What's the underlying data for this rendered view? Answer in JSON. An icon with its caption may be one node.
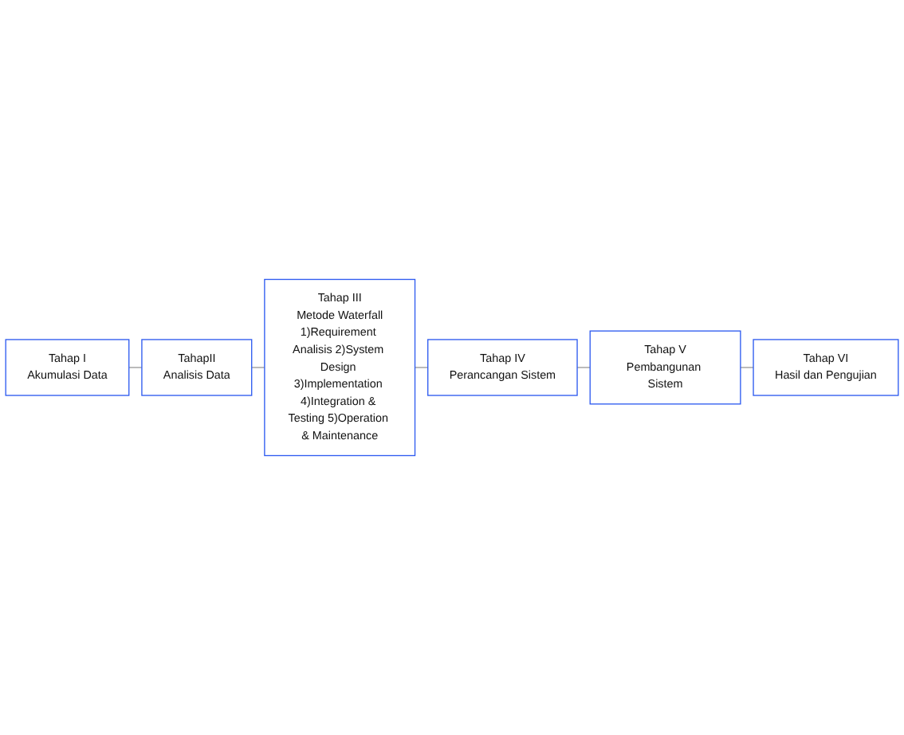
{
  "diagram": {
    "nodes": [
      {
        "text": [
          "Tahap I",
          "Akumulasi Data"
        ]
      },
      {
        "text": [
          "TahapII",
          "Analisis Data"
        ]
      },
      {
        "text": [
          "Tahap III",
          "Metode Waterfall",
          "1)Requirement Analisis 2)System Design 3)Implementation 4)Integration & Testing 5)Operation & Maintenance"
        ]
      },
      {
        "text": [
          "Tahap IV",
          "Perancangan Sistem"
        ]
      },
      {
        "text": [
          "Tahap V",
          "Pembangunan Sistem"
        ]
      },
      {
        "text": [
          "Tahap VI",
          "Hasil dan Pengujian"
        ]
      }
    ],
    "edges": [
      {
        "from": 0,
        "to": 1,
        "arrow": "none"
      },
      {
        "from": 1,
        "to": 2,
        "arrow": "none"
      },
      {
        "from": 2,
        "to": 3,
        "arrow": "none"
      },
      {
        "from": 3,
        "to": 4,
        "arrow": "none"
      },
      {
        "from": 4,
        "to": 5,
        "arrow": "none"
      }
    ]
  }
}
